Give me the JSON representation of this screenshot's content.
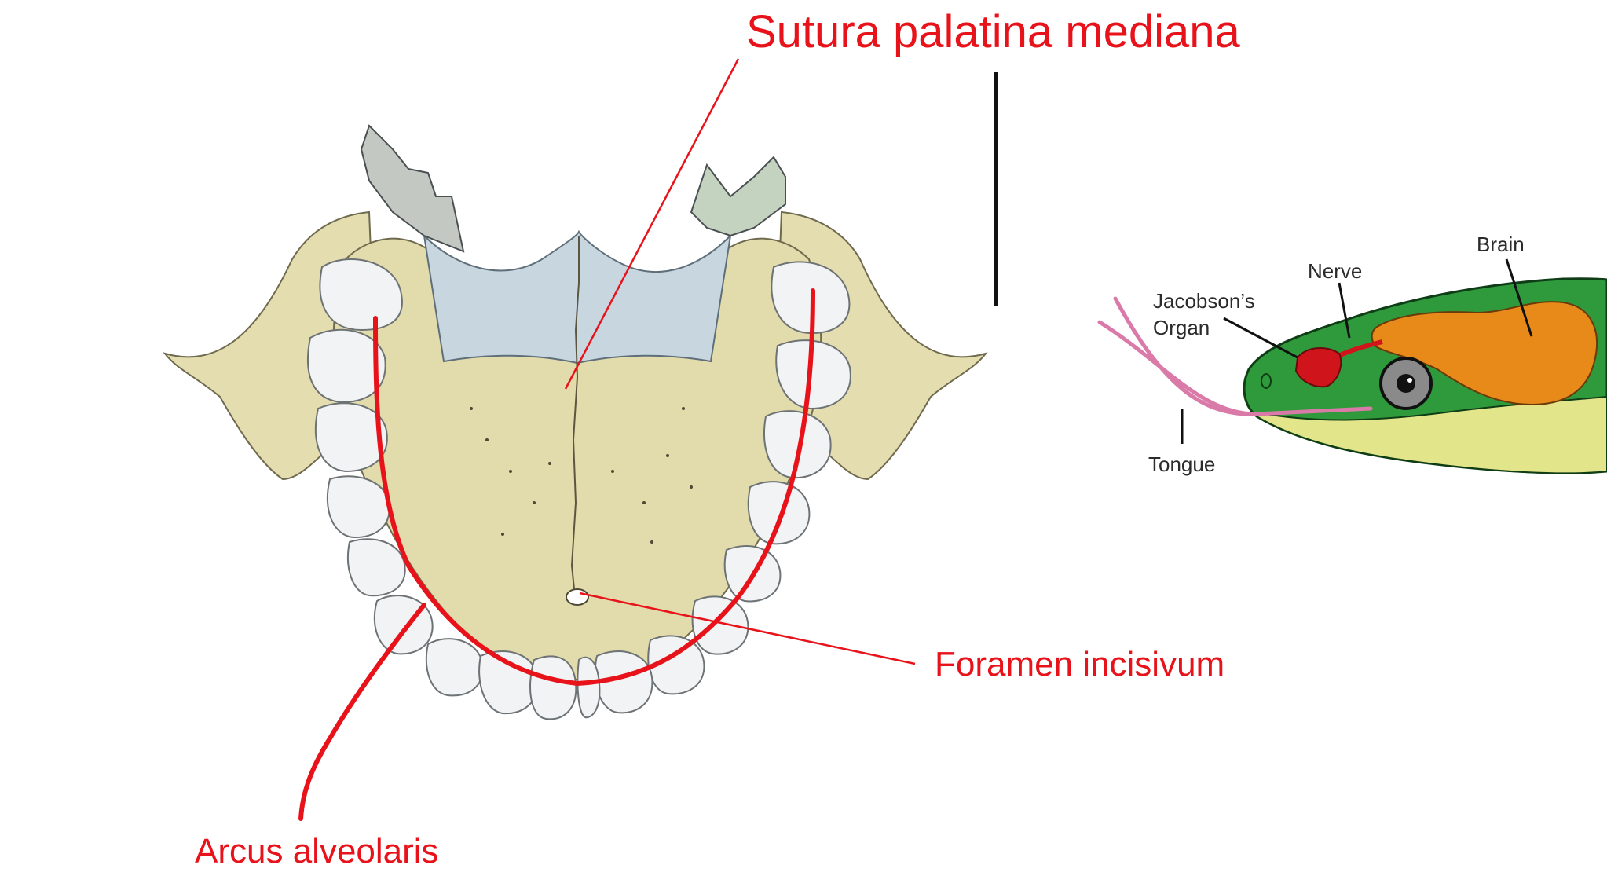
{
  "labels": {
    "sutura": "Sutura palatina mediana",
    "foramen": "Foramen incisivum",
    "arcus": "Arcus alveolaris"
  },
  "snake_labels": {
    "brain": "Brain",
    "nerve": "Nerve",
    "organ_line1": "Jacobson’s",
    "organ_line2": "Organ",
    "tongue": "Tongue"
  },
  "colors": {
    "annotation_red": "#e8131a",
    "bone": "#e4ddb0",
    "tooth": "#f1f3f4",
    "palate_blue": "#c8d6e0",
    "snake_green": "#2f9a3c",
    "snake_brain": "#e88a1a",
    "snake_belly": "#e3e58a",
    "snake_tongue": "#d97aa8"
  }
}
